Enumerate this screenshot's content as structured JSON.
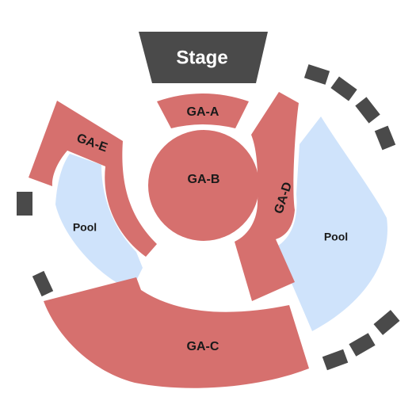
{
  "map": {
    "stage": "Stage",
    "sections": {
      "ga_a": "GA-A",
      "ga_b": "GA-B",
      "ga_c": "GA-C",
      "ga_d": "GA-D",
      "ga_e": "GA-E"
    },
    "pools": {
      "left": "Pool",
      "right": "Pool"
    }
  },
  "colors": {
    "section": "#d6706e",
    "pool": "#cfe3fb",
    "stage": "#4a4a4a",
    "block": "#4a4a4a",
    "background": "#ffffff"
  }
}
